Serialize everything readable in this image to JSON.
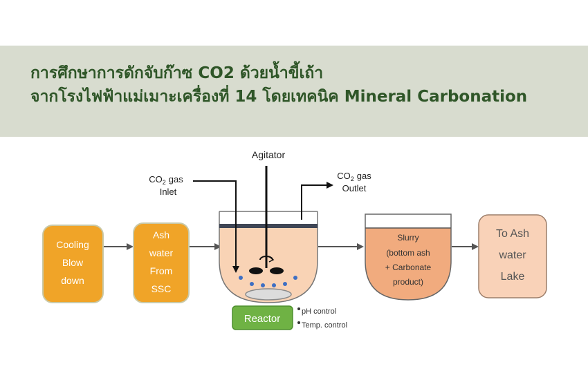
{
  "header": {
    "title_line1": "การศึกษาการดักจับก๊าซ CO2 ด้วยน้ำขี้เถ้า",
    "title_line2": "จากโรงไฟฟ้าแม่เมาะเครื่องที่ 14 โดยเทคนิค Mineral Carbonation"
  },
  "diagram": {
    "agitator": "Agitator",
    "inlet": {
      "formula": "CO",
      "subscript": "2",
      "unit": "gas",
      "label": "Inlet"
    },
    "outlet": {
      "formula": "CO",
      "subscript": "2",
      "unit": "gas",
      "label": "Outlet"
    },
    "cooling": [
      "Cooling",
      "Blow",
      "down"
    ],
    "ash_water": [
      "Ash",
      "water",
      "From",
      "SSC"
    ],
    "reactor": "Reactor",
    "controls": [
      "pH control",
      "Temp. control"
    ],
    "slurry": [
      "Slurry",
      "(bottom ash",
      "+ Carbonate",
      "product)"
    ],
    "lake": [
      "To Ash",
      "water",
      "Lake"
    ]
  },
  "colors": {
    "banner": "#d8dccf",
    "title": "#2f5628",
    "orange_box": "#f0a428",
    "reactor_fill": "#f9d3b5",
    "slurry_fill": "#f1ab7e",
    "lake_fill": "#f9d2b8",
    "reactor_label": "#6fb244"
  }
}
